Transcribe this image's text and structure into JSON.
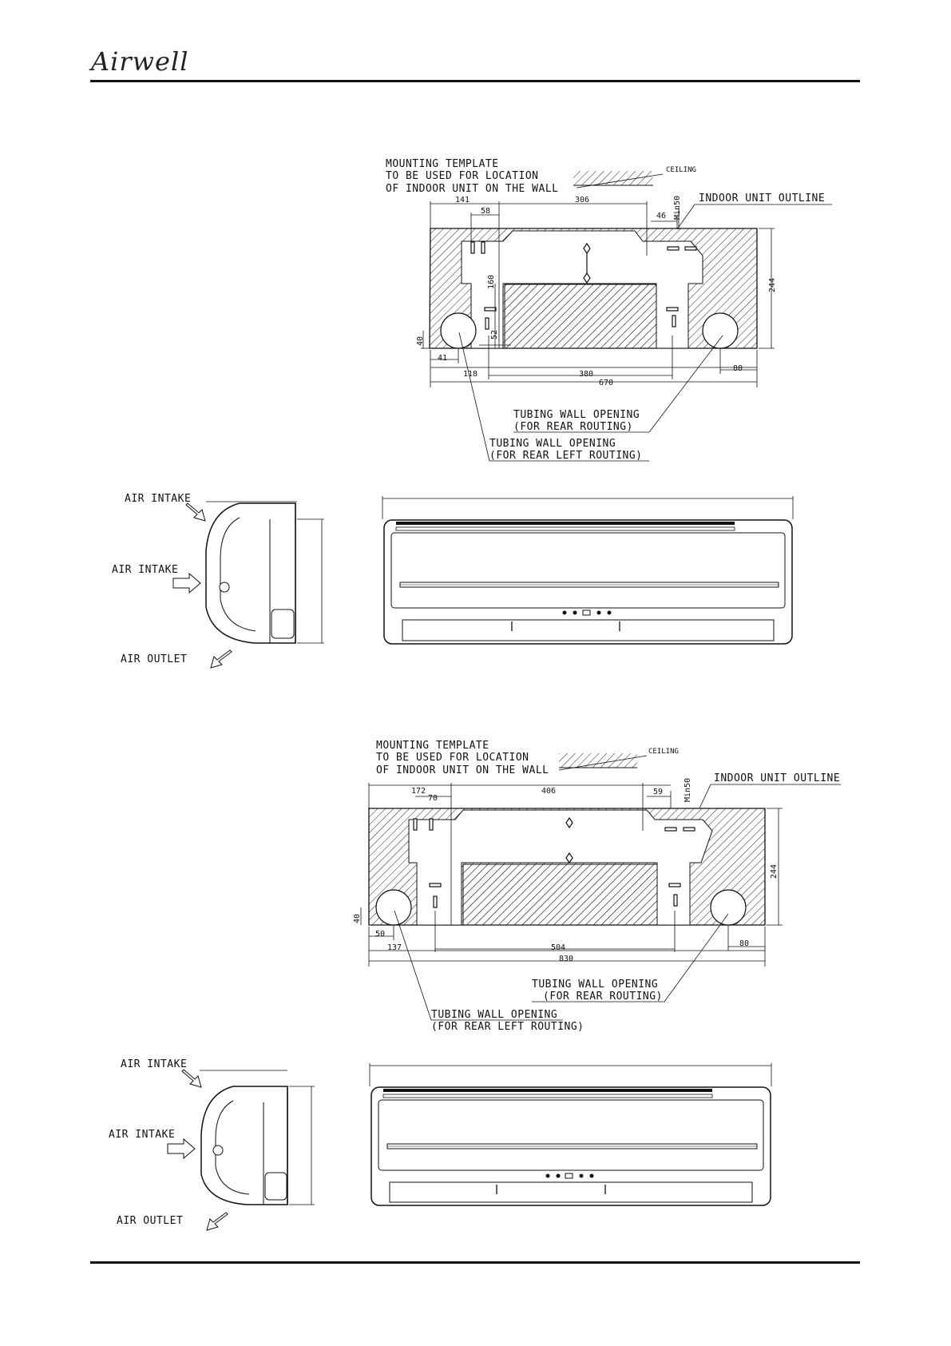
{
  "header": {
    "brand": "Airwell"
  },
  "template_text": {
    "line1": "MOUNTING TEMPLATE",
    "line2": "TO BE USED FOR LOCATION",
    "line3": "OF INDOOR UNIT ON THE WALL",
    "ceiling": "CEILING",
    "outline": "INDOOR UNIT OUTLINE",
    "rear_1": "TUBING WALL OPENING",
    "rear_2": "(FOR REAR ROUTING)",
    "rearleft_1": "TUBING WALL OPENING",
    "rearleft_2": "(FOR REAR LEFT ROUTING)"
  },
  "side_view": {
    "air_intake": "AIR INTAKE",
    "air_outlet": "AIR OUTLET"
  },
  "template_a": {
    "d141": "141",
    "d306": "306",
    "d58": "58",
    "d46": "46",
    "min50": "Min50",
    "d160": "160",
    "d52": "52",
    "d40": "40",
    "d41": "41",
    "d244": "244",
    "d118": "118",
    "d380": "380",
    "d80": "80",
    "d670": "670"
  },
  "template_b": {
    "d172": "172",
    "d406": "406",
    "d70": "70",
    "d59": "59",
    "min50": "Min50",
    "d40": "40",
    "d50": "50",
    "d244": "244",
    "d137": "137",
    "d504": "504",
    "d80": "80",
    "d830": "830"
  }
}
